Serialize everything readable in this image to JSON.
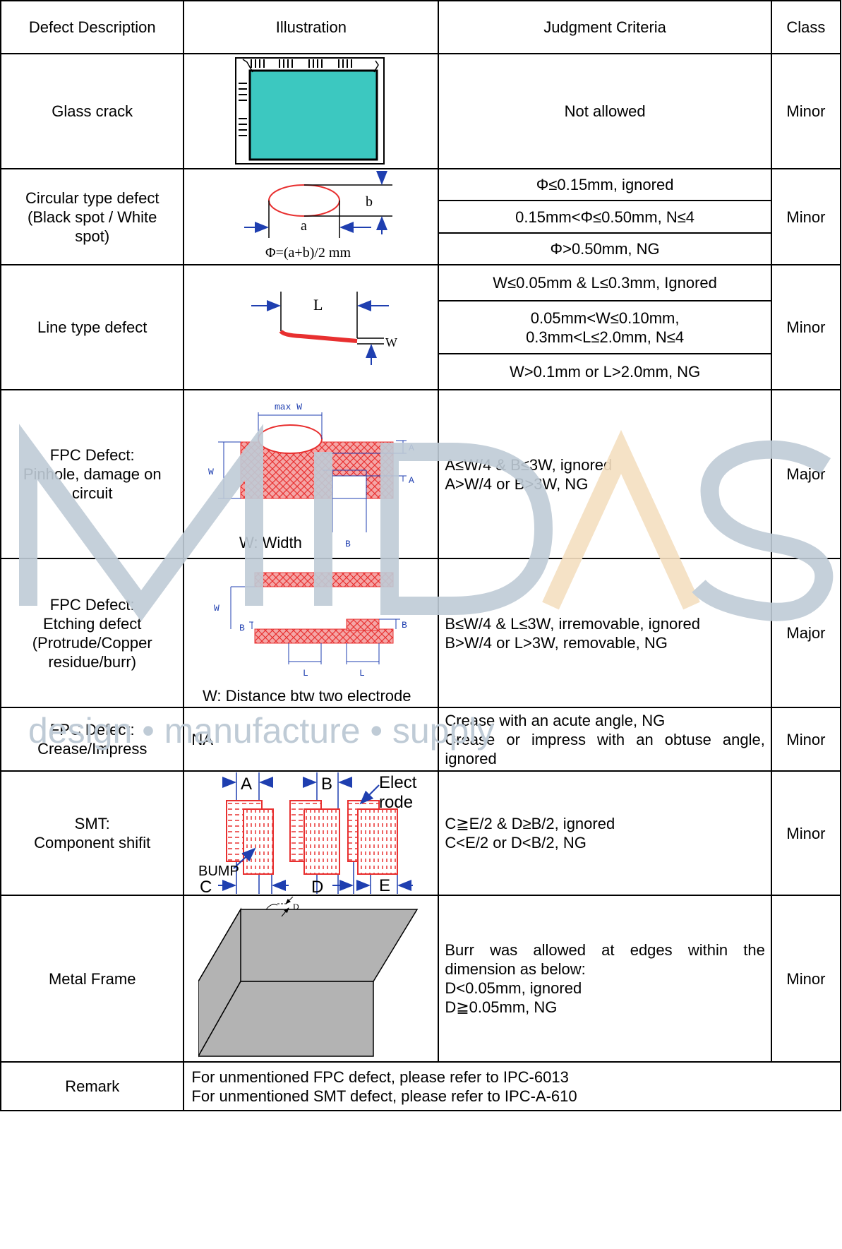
{
  "headers": {
    "defect": "Defect Description",
    "illustration": "Illustration",
    "criteria": "Judgment Criteria",
    "class": "Class"
  },
  "rows": {
    "glass": {
      "name": "Glass crack",
      "criteria": "Not allowed",
      "class": "Minor"
    },
    "circular": {
      "name": "Circular type defect (Black spot / White spot)",
      "criteria": [
        "Φ≤0.15mm, ignored",
        "0.15mm<Φ≤0.50mm, N≤4",
        "Φ>0.50mm, NG"
      ],
      "class": "Minor",
      "formula": "Φ=(a+b)/2 mm",
      "label_a": "a",
      "label_b": "b"
    },
    "line": {
      "name": "Line type defect",
      "criteria": [
        "W≤0.05mm & L≤0.3mm, Ignored",
        "0.05mm<W≤0.10mm,",
        "0.3mm<L≤2.0mm, N≤4",
        "W>0.1mm or L>2.0mm, NG"
      ],
      "class": "Minor",
      "label_l": "L",
      "label_w": "W"
    },
    "pinhole": {
      "name_1": "FPC Defect:",
      "name_2": "Pinhole, damage on circuit",
      "criteria": [
        "A≤W/4 & B≤3W, ignored",
        "A>W/4 or B>3W, NG"
      ],
      "class": "Major",
      "caption": "W: Width",
      "label_maxw": "max W",
      "label_w": "W",
      "label_a": "A",
      "label_b": "B"
    },
    "etching": {
      "name_1": "FPC Defect:",
      "name_2": "Etching defect (Protrude/Copper residue/burr)",
      "criteria": [
        "B≤W/4 & L≤3W, irremovable, ignored",
        "B>W/4 or L>3W, removable, NG"
      ],
      "class": "Major",
      "caption": "W: Distance btw two electrode",
      "label_w": "W",
      "label_b": "B",
      "label_l": "L"
    },
    "crease": {
      "name_1": "FPC Defect:",
      "name_2": "Crease/Impress",
      "illustration": "NA",
      "criteria": [
        "Crease with an acute angle, NG",
        "Crease or impress with an obtuse angle, ignored"
      ],
      "class": "Minor"
    },
    "smt": {
      "name_1": "SMT:",
      "name_2": "Component shifit",
      "criteria": [
        "C≧E/2 & D≥B/2, ignored",
        "C<E/2 or D<B/2, NG"
      ],
      "class": "Minor",
      "label_a": "A",
      "label_b": "B",
      "label_c": "C",
      "label_d": "D",
      "label_e": "E",
      "label_elect_1": "Elect",
      "label_elect_2": "rode",
      "label_bump": "BUMP"
    },
    "metal": {
      "name": "Metal Frame",
      "criteria": [
        "Burr was allowed at edges within the dimension as below:",
        "D<0.05mm, ignored",
        "D≧0.05mm, NG"
      ],
      "class": "Minor",
      "label_d": "D"
    },
    "remark": {
      "name": "Remark",
      "lines": [
        "For unmentioned FPC defect, please refer to IPC-6013",
        "For unmentioned SMT defect, please refer to IPC-A-610"
      ]
    }
  },
  "watermark": {
    "logo": "MIDAS",
    "tagline": "design • manufacture • supply",
    "color_blue": "#bfcbd6",
    "color_orange": "#f5dfc0"
  },
  "colors": {
    "glass_fill": "#3cc8c0",
    "defect_red": "#e83030",
    "arrow_blue": "#1f3fb0",
    "metal_gray": "#b3b3b3"
  }
}
